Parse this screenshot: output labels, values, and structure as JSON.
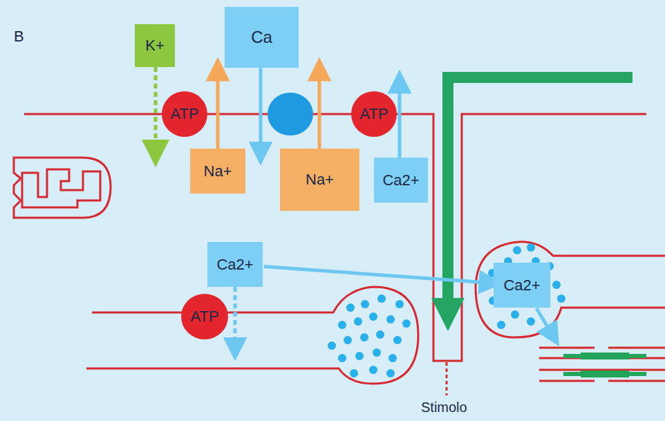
{
  "diagram": {
    "nodes": [
      {
        "text": [
          "K+"
        ]
      },
      {
        "text": [
          "Ca"
        ]
      },
      {
        "text": [
          "ATP"
        ]
      },
      {
        "text": [
          "ATP"
        ]
      },
      {
        "text": [
          "Na+"
        ]
      },
      {
        "text": [
          "Na+"
        ]
      },
      {
        "text": [
          "Ca2+"
        ]
      },
      {
        "text": [
          "Ca2+"
        ]
      },
      {
        "text": [
          "ATP"
        ]
      },
      {
        "text": [
          "Ca2+"
        ]
      }
    ],
    "edges": [
      {
        "from": 7,
        "to": 9,
        "arrow": "to"
      }
    ],
    "labels": [
      "B",
      "Stimolo"
    ]
  }
}
